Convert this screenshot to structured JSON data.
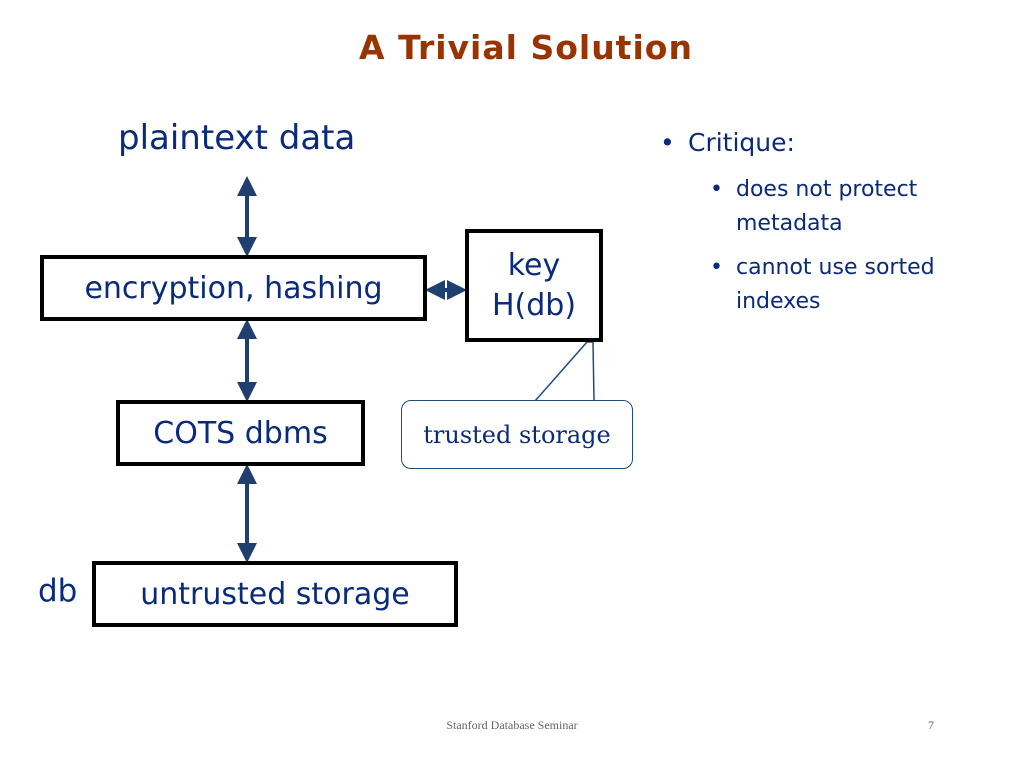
{
  "title": "A Trivial Solution",
  "diagram": {
    "plaintext_label": "plaintext data",
    "encryption_box": "encryption, hashing",
    "key_box": {
      "line1": "key",
      "line2": "H(db)"
    },
    "cots_box": "COTS dbms",
    "untrusted_box": "untrusted storage",
    "db_label": "db",
    "callout": "trusted storage"
  },
  "critique": {
    "heading": "Critique:",
    "items": [
      "does not protect metadata",
      "cannot use sorted indexes"
    ]
  },
  "footer": {
    "center": "Stanford Database Seminar",
    "page": "7"
  },
  "colors": {
    "title": "#993300",
    "text": "#0a2a7a",
    "arrow": "#1f3f6e",
    "callout_border": "#1f4e79"
  },
  "icons": {
    "bullet": "bullet-dot-icon"
  }
}
